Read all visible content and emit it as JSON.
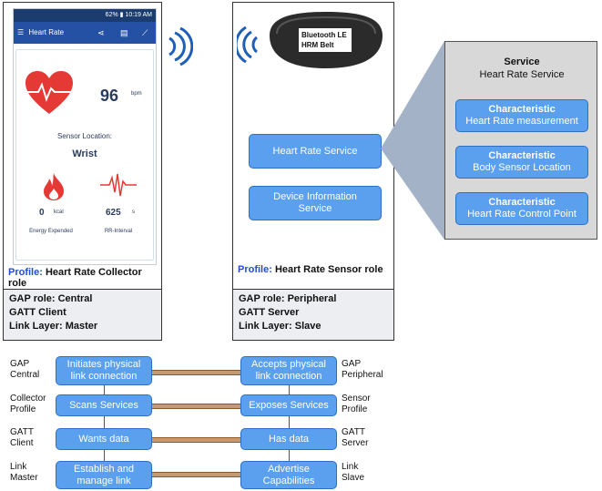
{
  "phone": {
    "status_text": "62% ▮ 10:19 AM",
    "app_title": "Heart Rate",
    "heart_rate": "96",
    "bpm_unit": "bpm",
    "sensor_location_label": "Sensor Location:",
    "sensor_location_value": "Wrist",
    "energy_value": "0",
    "energy_unit": "kcal",
    "energy_label": "Energy Expended",
    "rr_value": "625",
    "rr_unit": "s",
    "rr_label": "RR-Interval"
  },
  "left_panel": {
    "profile_key": "Profile:",
    "profile_value": "Heart Rate Collector role",
    "footer": [
      "GAP role: Central",
      "GATT Client",
      "Link Layer: Master"
    ]
  },
  "middle_panel": {
    "device_label_line1": "Bluetooth LE",
    "device_label_line2": "HRM Belt",
    "heart_rate_service": "Heart Rate Service",
    "device_info_service": "Device Information Service",
    "profile_key": "Profile:",
    "profile_value": "Heart Rate Sensor role",
    "footer": [
      "GAP role: Peripheral",
      "GATT Server",
      "Link Layer: Slave"
    ]
  },
  "service_panel": {
    "title": "Service",
    "subtitle": "Heart Rate Service",
    "characteristics": [
      {
        "heading": "Characteristic",
        "name": "Heart Rate measurement"
      },
      {
        "heading": "Characteristic",
        "name": "Body Sensor Location"
      },
      {
        "heading": "Characteristic",
        "name": "Heart Rate Control Point"
      }
    ]
  },
  "flow": {
    "rows": [
      {
        "left_label": [
          "GAP",
          "Central"
        ],
        "left_box": "Initiates physical link connection",
        "right_box": "Accepts physical link connection",
        "right_label": [
          "GAP",
          "Peripheral"
        ]
      },
      {
        "left_label": [
          "Collector",
          "Profile"
        ],
        "left_box": "Scans Services",
        "right_box": "Exposes Services",
        "right_label": [
          "Sensor",
          "Profile"
        ]
      },
      {
        "left_label": [
          "GATT",
          "Client"
        ],
        "left_box": "Wants data",
        "right_box": "Has data",
        "right_label": [
          "GATT",
          "Server"
        ]
      },
      {
        "left_label": [
          "Link",
          "Master"
        ],
        "left_box": "Establish and manage link",
        "right_box": "Advertise Capabilities",
        "right_label": [
          "Link",
          "Slave"
        ]
      }
    ]
  },
  "colors": {
    "box_fill": "#5aa0ee",
    "connector": "#c49a73",
    "profile_key": "#1f4fd1",
    "phone_appbar": "#2451a4",
    "heart": "#e53935"
  }
}
